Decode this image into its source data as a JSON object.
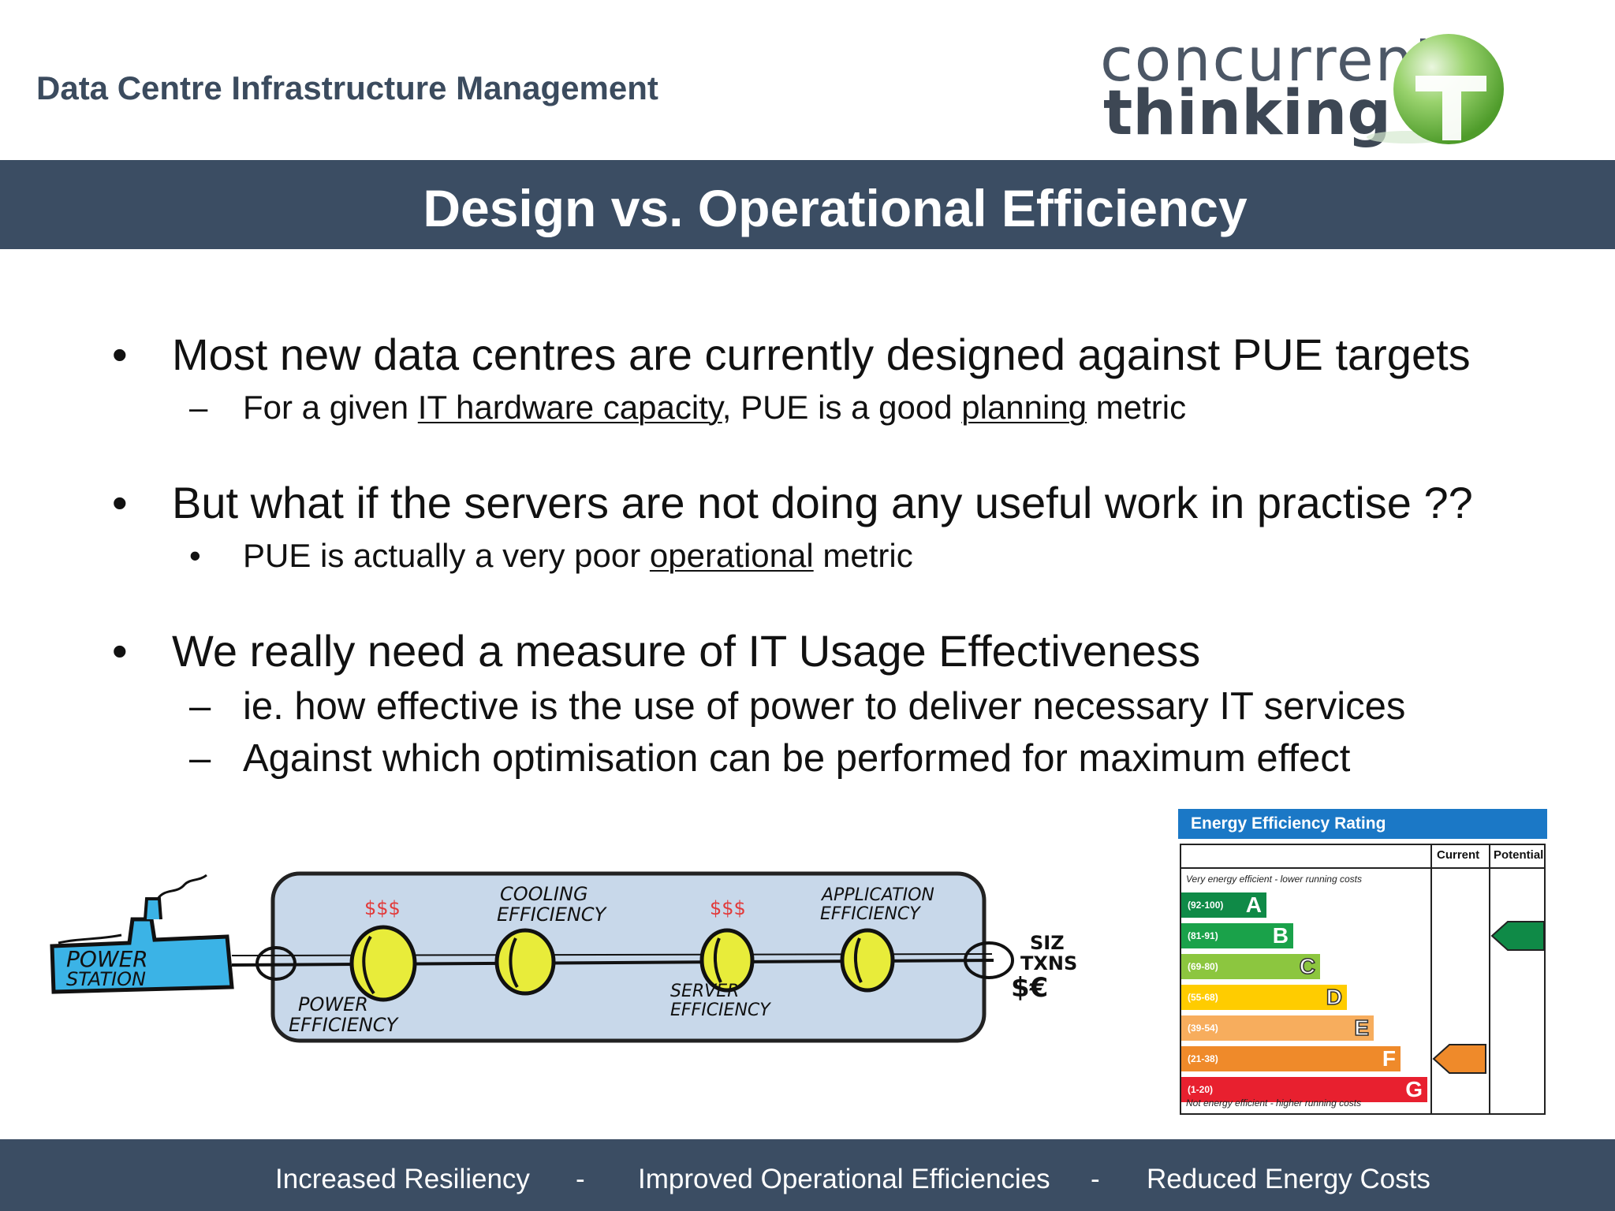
{
  "header": {
    "title": "Data Centre Infrastructure Management",
    "logo_line1": "concurrent",
    "logo_line2": "thinking"
  },
  "slide": {
    "title": "Design vs. Operational Efficiency",
    "bullets": [
      {
        "marker": "•",
        "text": "Most new data centres are currently designed against PUE targets",
        "sub": [
          {
            "marker": "–",
            "parts": [
              "For a given ",
              "IT hardware capacity",
              ", PUE is a good ",
              "planning",
              " metric"
            ]
          }
        ]
      },
      {
        "marker": "•",
        "text": "But what if the servers are not doing any useful work in practise ??",
        "sub": [
          {
            "marker": "•",
            "parts": [
              "PUE is actually a very poor ",
              "operational",
              " metric"
            ]
          }
        ]
      },
      {
        "marker": "•",
        "text": "We really need a measure of IT Usage Effectiveness",
        "sub": [
          {
            "marker": "–",
            "text": "ie. how effective is the use of power to deliver necessary IT services"
          },
          {
            "marker": "–",
            "text": "Against which optimisation can be performed for maximum effect"
          }
        ]
      }
    ]
  },
  "diagram": {
    "power_station_line1": "POWER",
    "power_station_line2": "STATION",
    "cooling_line1": "COOLING",
    "cooling_line2": "EFFICIENCY",
    "application_line1": "APPLICATION",
    "application_line2": "EFFICIENCY",
    "power_eff_line1": "POWER",
    "power_eff_line2": "EFFICIENCY",
    "server_line1": "SERVER",
    "server_line2": "EFFICIENCY",
    "out_line1": "SIZ",
    "out_line2": "TXNS",
    "out_line3": "$€",
    "money_label": "$$$"
  },
  "energy_rating": {
    "title": "Energy Efficiency Rating",
    "col_current": "Current",
    "col_potential": "Potential",
    "top_note": "Very energy efficient - lower running costs",
    "bottom_note": "Not energy efficient - higher running costs",
    "bands": [
      {
        "range": "(92-100)",
        "letter": "A",
        "color": "#0f8a47"
      },
      {
        "range": "(81-91)",
        "letter": "B",
        "color": "#1aa24a"
      },
      {
        "range": "(69-80)",
        "letter": "C",
        "color": "#8cc63f"
      },
      {
        "range": "(55-68)",
        "letter": "D",
        "color": "#ffcc00"
      },
      {
        "range": "(39-54)",
        "letter": "E",
        "color": "#f7ad5d"
      },
      {
        "range": "(21-38)",
        "letter": "F",
        "color": "#ef8a2a"
      },
      {
        "range": "(1-20)",
        "letter": "G",
        "color": "#e8202f"
      }
    ],
    "current_band": "F",
    "potential_band": "B"
  },
  "footer": {
    "item1": "Increased Resiliency",
    "sep1": "-",
    "item2": "Improved Operational Efficiencies",
    "sep2": "-",
    "item3": "Reduced Energy Costs"
  },
  "colors": {
    "band": "#3b4d63",
    "header_text": "#3b4b5e",
    "logo_green": "#6fbe44"
  }
}
